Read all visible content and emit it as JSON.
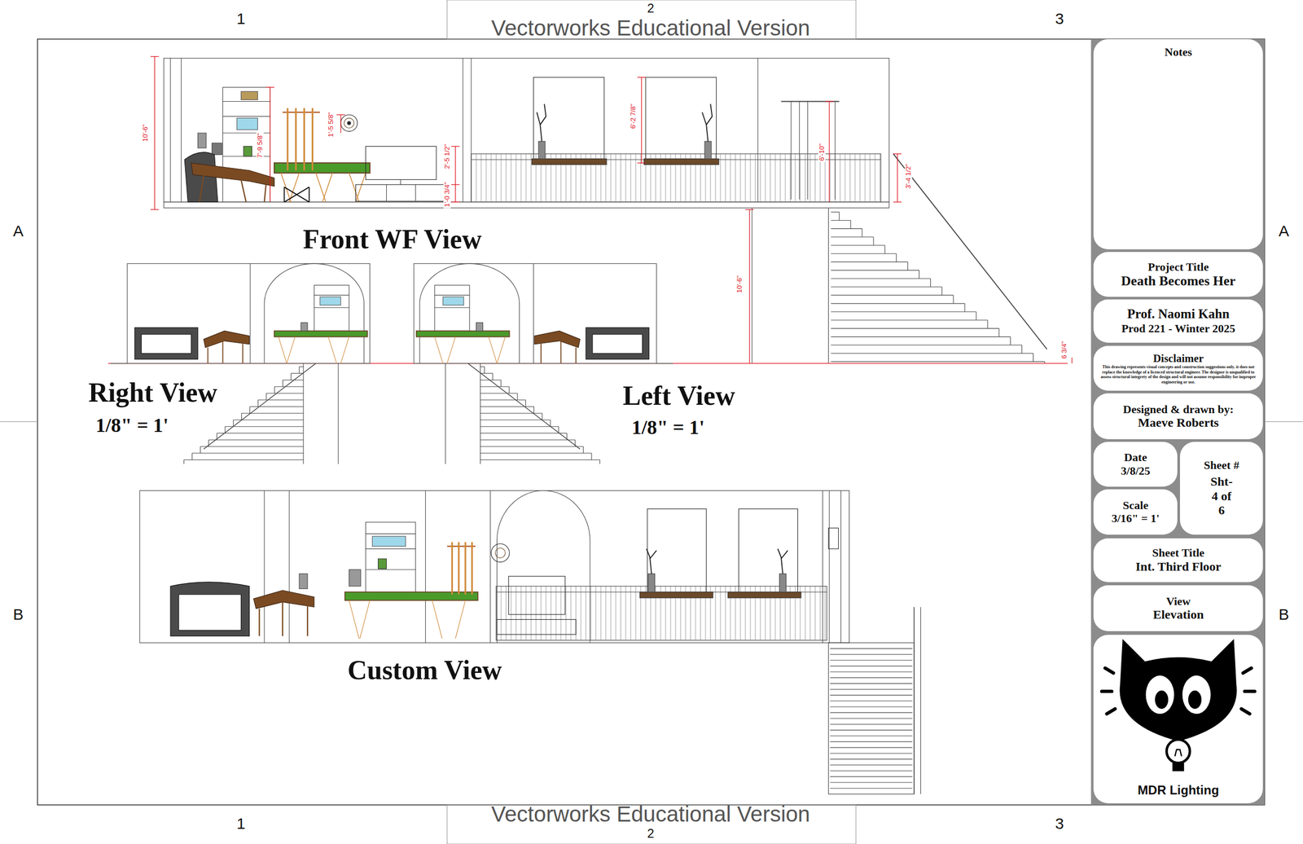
{
  "diagram": {
    "nodes": [
      {
        "text": [
          "Notes"
        ]
      },
      {
        "text": [
          "Project Title",
          "Death Becomes Her"
        ]
      },
      {
        "text": [
          "Prof. Naomi Kahn",
          "Prod 221 - Winter 2025"
        ]
      },
      {
        "text": [
          "Disclaimer",
          "This drawing represents visual concepts and construction suggestions only. it does not replace the knowledge of a licenced structural engineer. The designer is unqualified to assess structural integrety of the design and will not assume responsibility for improper engineering or use."
        ]
      },
      {
        "text": [
          "Designed & drawn by:",
          "Maeve Roberts"
        ]
      },
      {
        "text": [
          "Date",
          "3/8/25"
        ]
      },
      {
        "text": [
          "Sheet #",
          "Sht-4 of 6"
        ]
      },
      {
        "text": [
          "Scale",
          "3/16\" = 1'"
        ]
      },
      {
        "text": [
          "Sheet Title",
          "Int. Third Floor"
        ]
      },
      {
        "text": [
          "View",
          "Elevation"
        ]
      },
      {
        "text": [
          "MDR Lighting"
        ]
      }
    ],
    "labels": [
      "1",
      "2",
      "3",
      "Vectorworks Educational Version",
      "1",
      "2",
      "3",
      "Vectorworks Educational Version",
      "A",
      "B",
      "A",
      "B",
      "Front WF View",
      "Right View",
      "1/8\" = 1'",
      "Left View",
      "1/8\" = 1'",
      "Custom View",
      "10'-6\"",
      "7'-9 5/8\"",
      "1'-5 5/8\"",
      "2'-5 1/2\"",
      "1'-0 3/4\"",
      "6'-2 7/8\"",
      "6'-10\"",
      "3'-4 1/2\"",
      "10'-6\"",
      "6 3/4\""
    ]
  }
}
